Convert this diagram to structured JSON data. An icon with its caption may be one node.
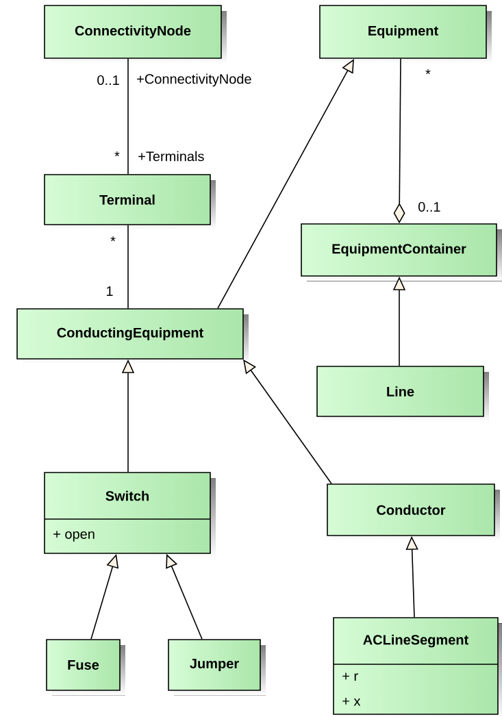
{
  "diagram": {
    "nodes": [
      {
        "text": [
          "ConnectivityNode"
        ]
      },
      {
        "text": [
          "Equipment"
        ]
      },
      {
        "text": [
          "Terminal"
        ]
      },
      {
        "text": [
          "EquipmentContainer"
        ]
      },
      {
        "text": [
          "ConductingEquipment"
        ]
      },
      {
        "text": [
          "Line"
        ]
      },
      {
        "text": [
          "Switch",
          "+ open"
        ]
      },
      {
        "text": [
          "Conductor"
        ]
      },
      {
        "text": [
          "Fuse"
        ]
      },
      {
        "text": [
          "Jumper"
        ]
      },
      {
        "text": [
          "ACLineSegment",
          "+ r",
          "+ x"
        ]
      }
    ],
    "edges": [
      {
        "from": 0,
        "to": 2,
        "arrow": "none"
      },
      {
        "from": 2,
        "to": 4,
        "arrow": "none"
      },
      {
        "from": 4,
        "to": 1,
        "arrow": "to"
      },
      {
        "from": 1,
        "to": 3,
        "arrow": "other"
      },
      {
        "from": 5,
        "to": 3,
        "arrow": "to"
      },
      {
        "from": 6,
        "to": 4,
        "arrow": "to"
      },
      {
        "from": 7,
        "to": 4,
        "arrow": "to"
      },
      {
        "from": 8,
        "to": 6,
        "arrow": "to"
      },
      {
        "from": 9,
        "to": 6,
        "arrow": "to"
      },
      {
        "from": 10,
        "to": 7,
        "arrow": "to"
      }
    ],
    "labels": [
      "*",
      "0..1",
      "+ConnectivityNode",
      "*",
      "+Terminals",
      "0..1",
      "*",
      "1"
    ]
  }
}
